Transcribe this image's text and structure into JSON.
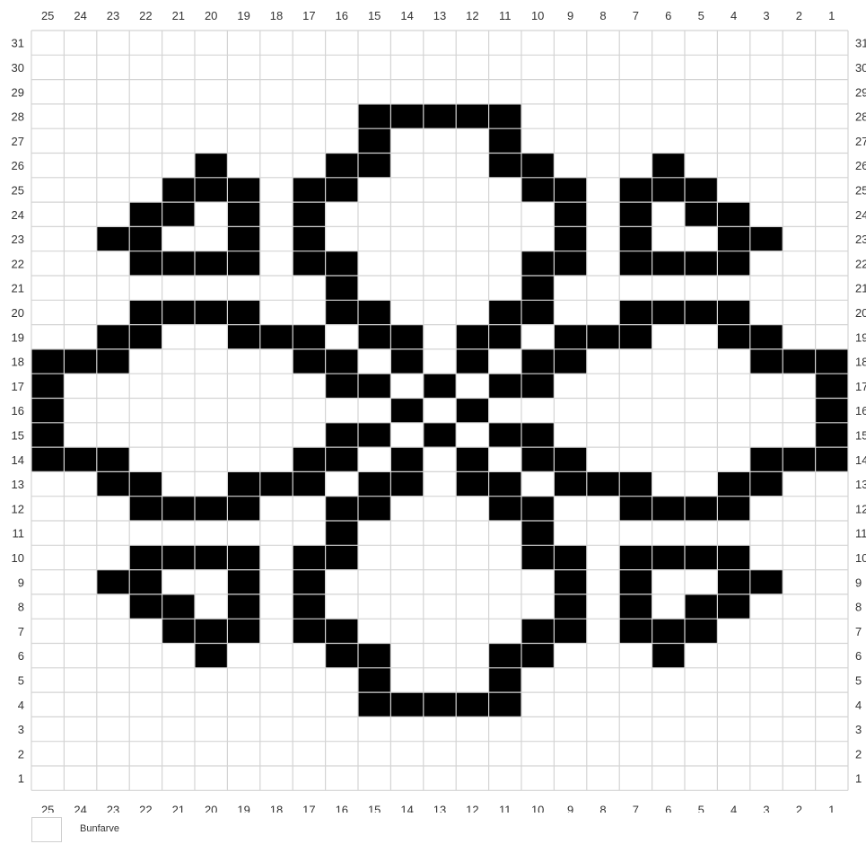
{
  "grid": {
    "cols": 25,
    "rows": 31,
    "colors": {
      "background": "#ffffff",
      "filled": "#000000",
      "gridline": "#d4d4d4"
    },
    "filled_rows": [
      {
        "row": 28,
        "cols": [
          15,
          14,
          13,
          12,
          11
        ]
      },
      {
        "row": 27,
        "cols": [
          15,
          11
        ]
      },
      {
        "row": 26,
        "cols": [
          20,
          16,
          15,
          11,
          10,
          6
        ]
      },
      {
        "row": 25,
        "cols": [
          21,
          20,
          19,
          17,
          16,
          10,
          9,
          7,
          6,
          5
        ]
      },
      {
        "row": 24,
        "cols": [
          22,
          21,
          19,
          17,
          9,
          7,
          5,
          4
        ]
      },
      {
        "row": 23,
        "cols": [
          23,
          22,
          19,
          17,
          9,
          7,
          4,
          3
        ]
      },
      {
        "row": 22,
        "cols": [
          22,
          21,
          20,
          19,
          17,
          16,
          10,
          9,
          7,
          6,
          5,
          4
        ]
      },
      {
        "row": 21,
        "cols": [
          16,
          10
        ]
      },
      {
        "row": 20,
        "cols": [
          22,
          21,
          20,
          19,
          16,
          15,
          11,
          10,
          7,
          6,
          5,
          4
        ]
      },
      {
        "row": 19,
        "cols": [
          23,
          22,
          19,
          18,
          17,
          15,
          14,
          12,
          11,
          9,
          8,
          7,
          4,
          3
        ]
      },
      {
        "row": 18,
        "cols": [
          25,
          24,
          23,
          17,
          16,
          14,
          12,
          10,
          9,
          3,
          2,
          1
        ]
      },
      {
        "row": 17,
        "cols": [
          25,
          16,
          15,
          13,
          11,
          10,
          1
        ]
      },
      {
        "row": 16,
        "cols": [
          25,
          14,
          12,
          1
        ]
      },
      {
        "row": 15,
        "cols": [
          25,
          16,
          15,
          13,
          11,
          10,
          1
        ]
      },
      {
        "row": 14,
        "cols": [
          25,
          24,
          23,
          17,
          16,
          14,
          12,
          10,
          9,
          3,
          2,
          1
        ]
      },
      {
        "row": 13,
        "cols": [
          23,
          22,
          19,
          18,
          17,
          15,
          14,
          12,
          11,
          9,
          8,
          7,
          4,
          3
        ]
      },
      {
        "row": 12,
        "cols": [
          22,
          21,
          20,
          19,
          16,
          15,
          11,
          10,
          7,
          6,
          5,
          4
        ]
      },
      {
        "row": 11,
        "cols": [
          16,
          10
        ]
      },
      {
        "row": 10,
        "cols": [
          22,
          21,
          20,
          19,
          17,
          16,
          10,
          9,
          7,
          6,
          5,
          4
        ]
      },
      {
        "row": 9,
        "cols": [
          23,
          22,
          19,
          17,
          9,
          7,
          4,
          3
        ]
      },
      {
        "row": 8,
        "cols": [
          22,
          21,
          19,
          17,
          9,
          7,
          5,
          4
        ]
      },
      {
        "row": 7,
        "cols": [
          21,
          20,
          19,
          17,
          16,
          10,
          9,
          7,
          6,
          5
        ]
      },
      {
        "row": 6,
        "cols": [
          20,
          16,
          15,
          11,
          10,
          6
        ]
      },
      {
        "row": 5,
        "cols": [
          15,
          11
        ]
      },
      {
        "row": 4,
        "cols": [
          15,
          14,
          13,
          12,
          11
        ]
      }
    ]
  },
  "legend": {
    "label": "Bunfarve",
    "swatch_color": "#ffffff"
  }
}
